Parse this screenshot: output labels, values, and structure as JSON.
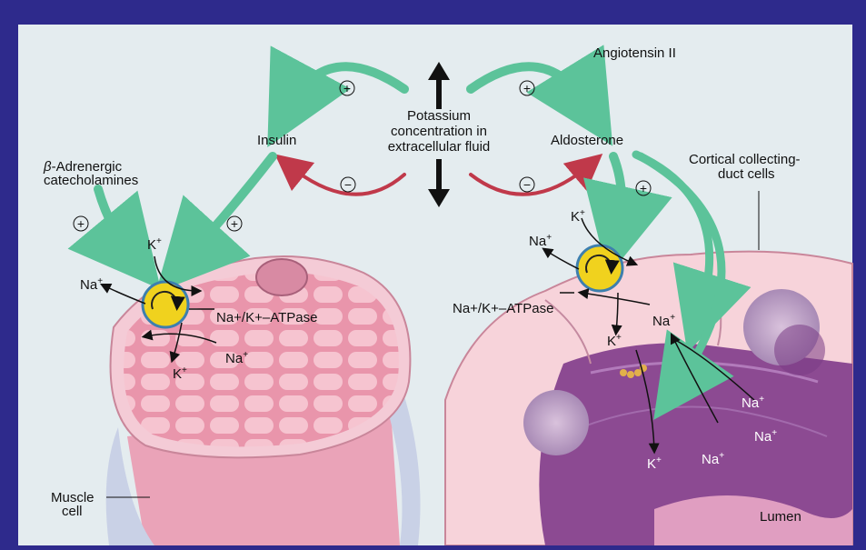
{
  "colors": {
    "frame": "#2e2a8c",
    "panel": "#e4ecef",
    "stimulate_arrow": "#5cc39a",
    "inhibit_arrow": "#c0394a",
    "pump": "#f0d21e",
    "muscle": "#f2b9c6",
    "duct_cell": "#f7d3da",
    "lumen": "#8c4a92"
  },
  "center": {
    "line1": "Potassium",
    "line2": "concentration in",
    "line3": "extracellular fluid"
  },
  "hormones": {
    "insulin": "Insulin",
    "aldosterone": "Aldosterone",
    "angiotensin": "Angiotensin II",
    "beta_line1": "-Adrenergic",
    "beta_symbol": "β",
    "beta_line2": "catecholamines"
  },
  "signs": {
    "plus": "+",
    "minus": "−"
  },
  "ions": {
    "k": "K",
    "na": "Na",
    "sup": "+"
  },
  "pump_label": {
    "left": "Na+/K+–ATPase",
    "right": "Na+/K+–ATPase"
  },
  "structures": {
    "cortical_line1": "Cortical collecting-",
    "cortical_line2": "duct cells",
    "muscle_line1": "Muscle",
    "muscle_line2": "cell",
    "lumen": "Lumen"
  },
  "icons": [
    "up-arrow-icon",
    "down-arrow-icon",
    "pump-icon"
  ]
}
